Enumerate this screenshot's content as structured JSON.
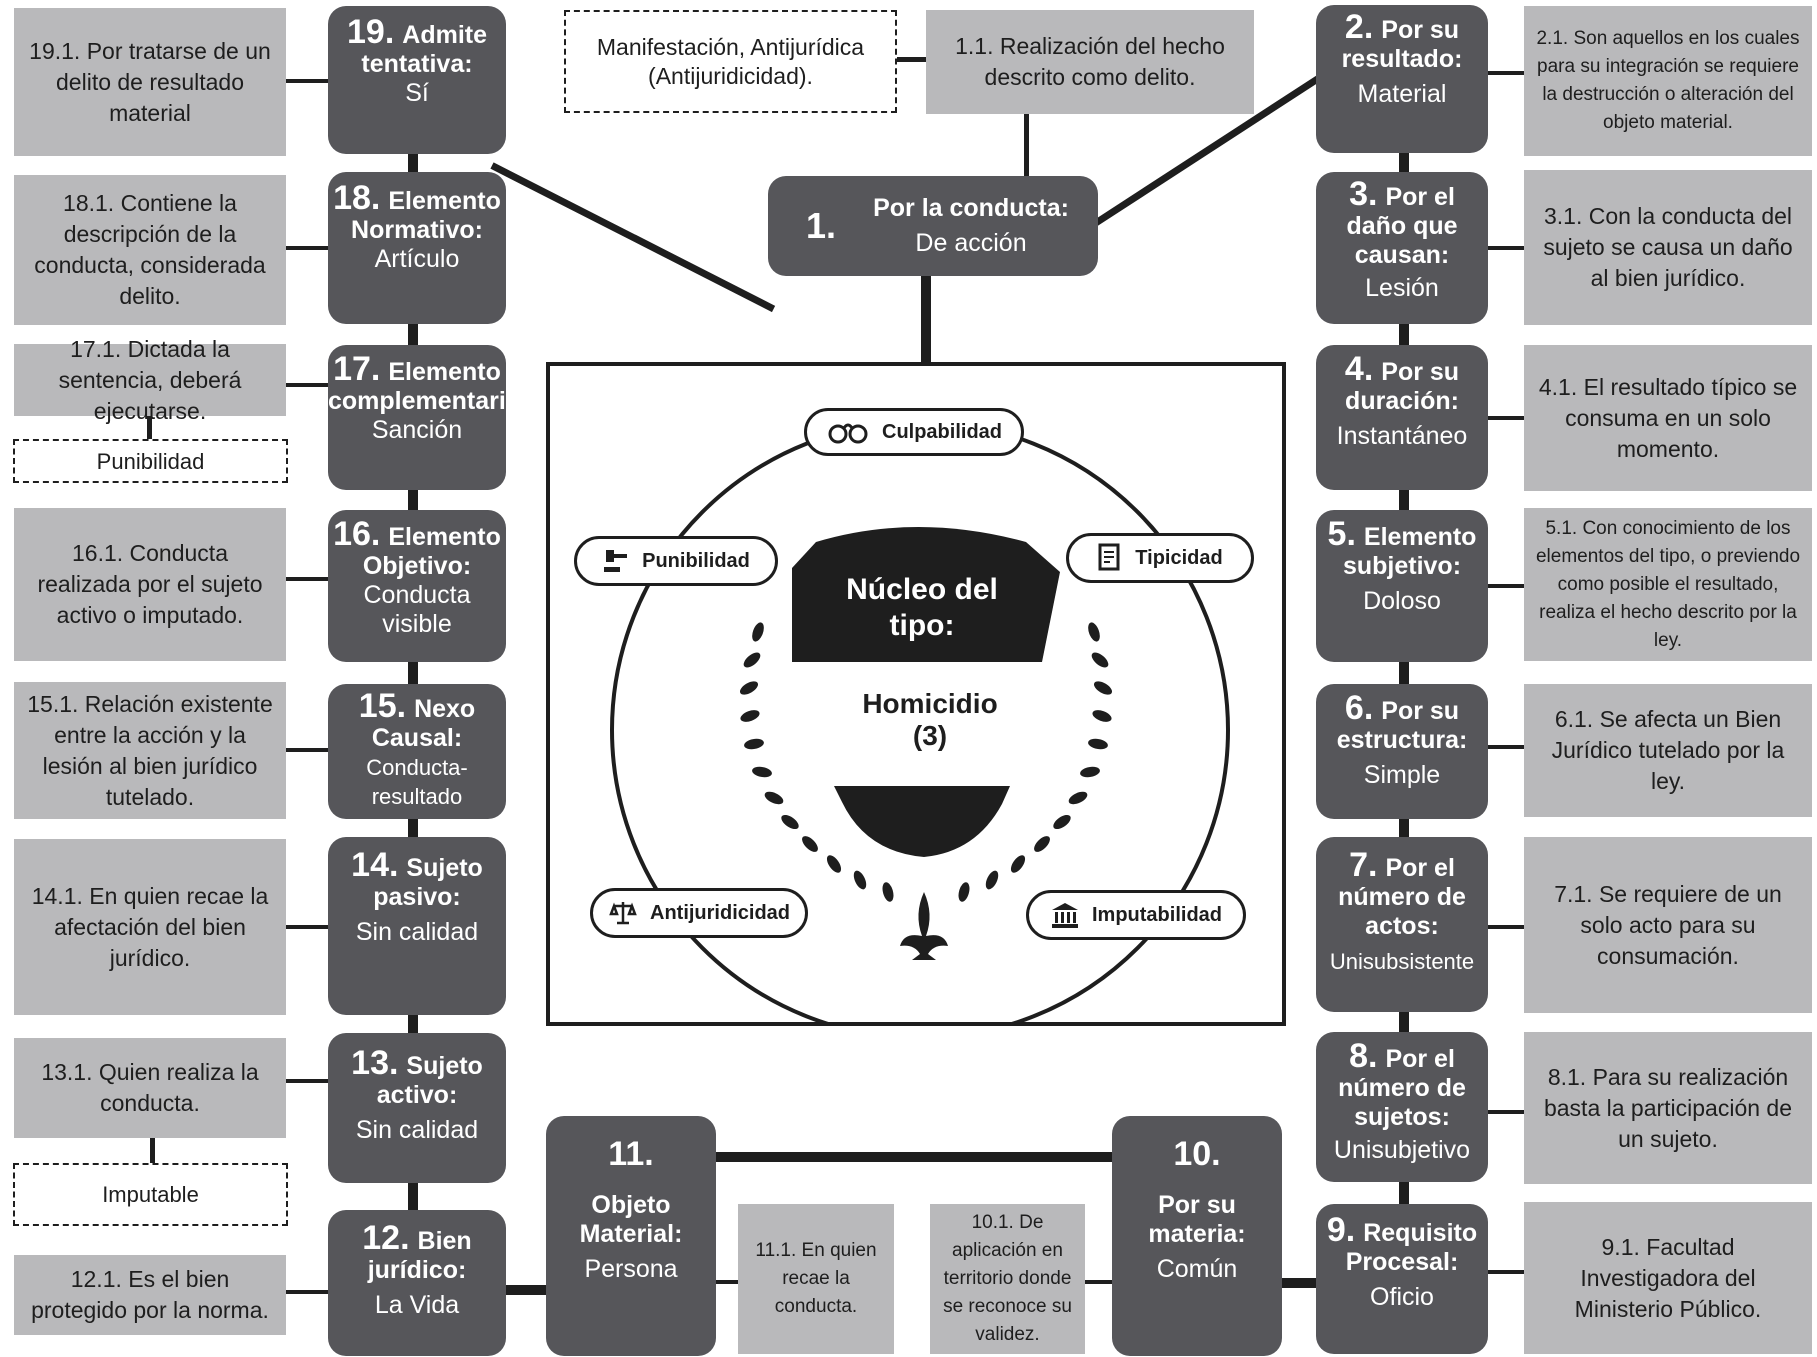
{
  "conduct": {
    "number": "1.",
    "title": "Por la conducta:",
    "value": "De acción",
    "note": "1.1. Realización del hecho descrito como delito.",
    "tag": "Manifestación, Antijurídica (Antijuridicidad)."
  },
  "core": {
    "title": "Núcleo del tipo:",
    "crime": "Homicidio",
    "crime_ref": "(3)"
  },
  "wheel": [
    {
      "label": "Culpabilidad",
      "icon": "handcuffs-icon"
    },
    {
      "label": "Tipicidad",
      "icon": "document-icon"
    },
    {
      "label": "Imputabilidad",
      "icon": "courthouse-icon"
    },
    {
      "label": "Antijuridicidad",
      "icon": "scales-icon"
    },
    {
      "label": "Punibilidad",
      "icon": "gavel-icon"
    }
  ],
  "right": [
    {
      "number": "2.",
      "title": "Por su resultado:",
      "value": "Material",
      "note": "2.1. Son aquellos en los cuales para su integración se requiere la destrucción o alteración del objeto material."
    },
    {
      "number": "3.",
      "title": "Por el daño que causan:",
      "value": "Lesión",
      "note": "3.1. Con la conducta del sujeto se causa un daño al bien jurídico."
    },
    {
      "number": "4.",
      "title": "Por su duración:",
      "value": "Instantáneo",
      "note": "4.1. El resultado típico se consuma en un solo momento."
    },
    {
      "number": "5.",
      "title": "Elemento subjetivo:",
      "value": "Doloso",
      "note": "5.1. Con conocimiento de los elementos del tipo, o previendo como posible el resultado, realiza el hecho descrito por la ley."
    },
    {
      "number": "6.",
      "title": "Por su estructura:",
      "value": "Simple",
      "note": "6.1. Se afecta un Bien Jurídico tutelado por la ley."
    },
    {
      "number": "7.",
      "title": "Por el número de actos:",
      "value": "Unisubsistente",
      "note": "7.1. Se requiere de un solo acto para su consumación."
    },
    {
      "number": "8.",
      "title": "Por el número de sujetos:",
      "value": "Unisubjetivo",
      "note": "8.1. Para su realización basta la participación de un sujeto."
    },
    {
      "number": "9.",
      "title": "Requisito Procesal:",
      "value": "Oficio",
      "note": "9.1. Facultad Investigadora del Ministerio Público."
    }
  ],
  "bottom": [
    {
      "number": "10.",
      "title": "Por su materia:",
      "value": "Común",
      "note": "10.1. De aplicación en territorio donde se reconoce su validez."
    },
    {
      "number": "11.",
      "title": "Objeto Material:",
      "value": "Persona",
      "note": "11.1. En quien recae la conducta."
    }
  ],
  "left": [
    {
      "number": "12.",
      "title": "Bien jurídico:",
      "value": "La Vida",
      "note": "12.1. Es el bien protegido por la norma."
    },
    {
      "number": "13.",
      "title": "Sujeto activo:",
      "value": "Sin calidad",
      "note": "13.1. Quien realiza la conducta.",
      "tag": "Imputable"
    },
    {
      "number": "14.",
      "title": "Sujeto pasivo:",
      "value": "Sin calidad",
      "note": "14.1. En quien recae la afectación del bien jurídico."
    },
    {
      "number": "15.",
      "title": "Nexo Causal:",
      "value": "Conducta-resultado",
      "note": "15.1. Relación existente entre la acción y la lesión al bien jurídico tutelado."
    },
    {
      "number": "16.",
      "title": "Elemento Objetivo:",
      "value": "Conducta visible",
      "note": "16.1. Conducta realizada por el sujeto activo o imputado."
    },
    {
      "number": "17.",
      "title": "Elemento complementario:",
      "value": "Sanción",
      "note": "17.1. Dictada la sentencia, deberá ejecutarse.",
      "tag": "Punibilidad"
    },
    {
      "number": "18.",
      "title": "Elemento Normativo:",
      "value": "Artículo",
      "note": "18.1. Contiene la descripción de la conducta, considerada delito."
    },
    {
      "number": "19.",
      "title": "Admite tentativa:",
      "value": "Sí",
      "note": "19.1. Por tratarse de un delito de resultado material"
    }
  ]
}
